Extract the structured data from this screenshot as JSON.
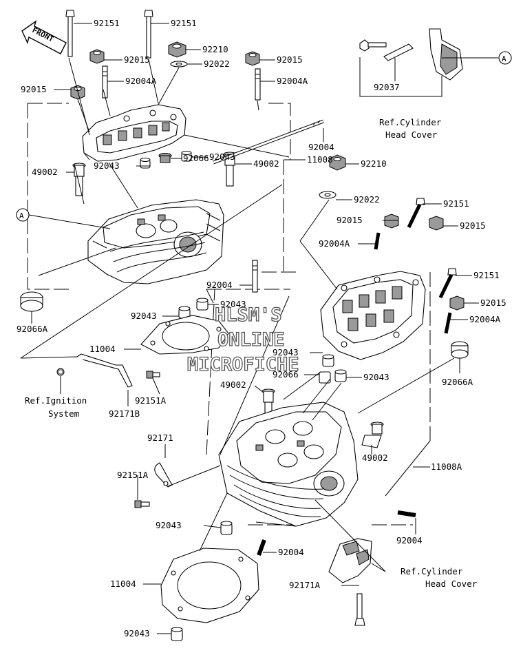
{
  "watermark": [
    "HLSM'S",
    "ONLINE",
    "MICROFICHE"
  ],
  "front_label": "FRONT",
  "ref_a": "A",
  "labels": {
    "l01": "92151",
    "l02": "92151",
    "l03": "92210",
    "l04": "92015",
    "l05": "92015",
    "l06": "92022",
    "l07": "92004A",
    "l08": "92004A",
    "l09": "92015",
    "l10": "92037",
    "l11": "Ref.Cylinder",
    "l12": "Head Cover",
    "l13": "92004",
    "l14": "92043",
    "l15": "11008",
    "l16": "49002",
    "l17": "92043",
    "l18": "92066",
    "l19": "49002",
    "l20": "92210",
    "l21": "92022",
    "l22": "92151",
    "l23": "92015",
    "l24": "92015",
    "l25": "92004A",
    "l26": "92004",
    "l27": "92151",
    "l28": "92043",
    "l29": "92066A",
    "l30": "92043",
    "l31": "92015",
    "l32": "92004A",
    "l33": "11004",
    "l34": "92043",
    "l35": "92066",
    "l36": "92043",
    "l37": "49002",
    "l38": "92066A",
    "l39": "Ref.Ignition",
    "l40": "System",
    "l41": "92151A",
    "l42": "92171B",
    "l43": "92171",
    "l44": "49002",
    "l45": "92151A",
    "l46": "11008A",
    "l47": "92043",
    "l48": "92004",
    "l49": "92004",
    "l50": "11004",
    "l51": "Ref.Cylinder",
    "l52": "92171A",
    "l53": "Head Cover",
    "l54": "92043"
  }
}
